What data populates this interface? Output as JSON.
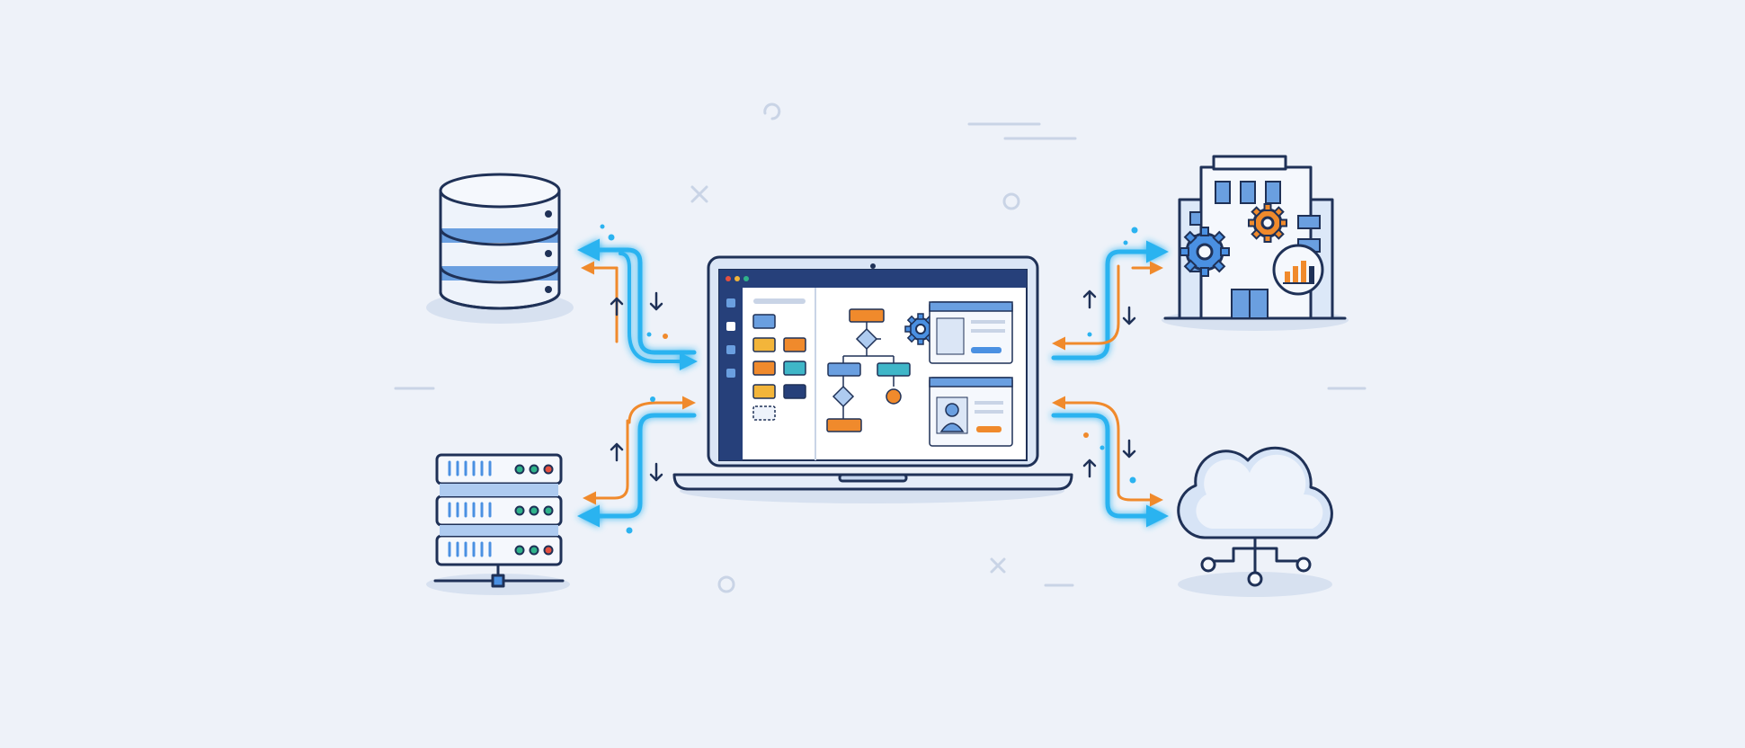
{
  "colors": {
    "background": "#eef2f9",
    "outline": "#1f3157",
    "blue": "#4a90e2",
    "light_blue": "#aecbf0",
    "cyan_flow": "#2bb3f0",
    "orange_flow": "#f08a2c",
    "sidebar_navy": "#26407a",
    "shadow": "#d7e1f0"
  },
  "nodes": [
    {
      "id": "database",
      "icon": "database-icon"
    },
    {
      "id": "server",
      "icon": "server-rack-icon"
    },
    {
      "id": "enterprise",
      "icon": "office-building-gears-icon"
    },
    {
      "id": "cloud",
      "icon": "cloud-network-icon"
    }
  ],
  "hub": {
    "icon": "laptop-workflow-icon"
  },
  "connections": [
    {
      "from": "hub",
      "to": "database",
      "flows": [
        "bidirectional"
      ]
    },
    {
      "from": "hub",
      "to": "server",
      "flows": [
        "bidirectional"
      ]
    },
    {
      "from": "hub",
      "to": "enterprise",
      "flows": [
        "bidirectional"
      ]
    },
    {
      "from": "hub",
      "to": "cloud",
      "flows": [
        "bidirectional"
      ]
    }
  ]
}
